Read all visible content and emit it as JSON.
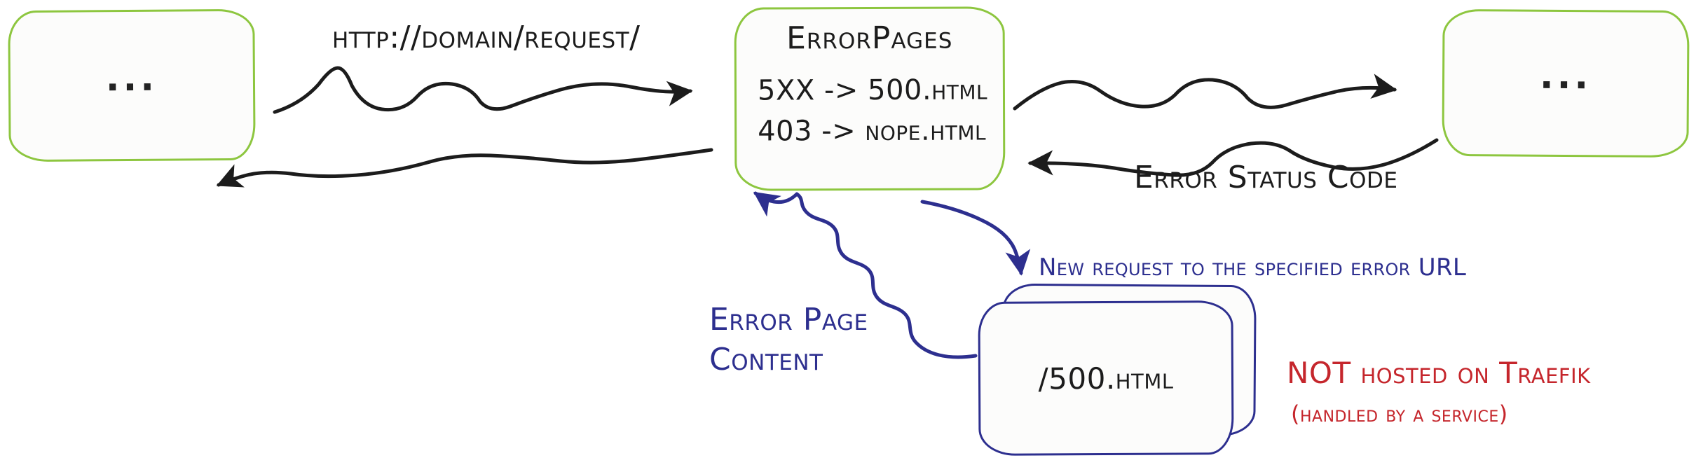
{
  "colors": {
    "box_green": "#8dc63f",
    "ink": "#1c1c1c",
    "blue": "#2d2f8f",
    "red": "#c5262c",
    "box_fill": "#fcfcfb"
  },
  "diagram": {
    "client_box": {
      "label": "..."
    },
    "request_label": "http://domain/request/",
    "middleware_box": {
      "title": "ErrorPages",
      "rules": [
        "5XX -> 500.html",
        "403 -> nope.html"
      ]
    },
    "backend_box": {
      "label": "..."
    },
    "error_status_label": "Error Status Code",
    "new_request_label": "New request to the specified error URL",
    "error_page_content": [
      "Error Page",
      "Content"
    ],
    "error_service_box": {
      "label": "/500.html"
    },
    "not_hosted_label": "NOT hosted on Traefik",
    "handled_label": "(handled by a service)"
  }
}
